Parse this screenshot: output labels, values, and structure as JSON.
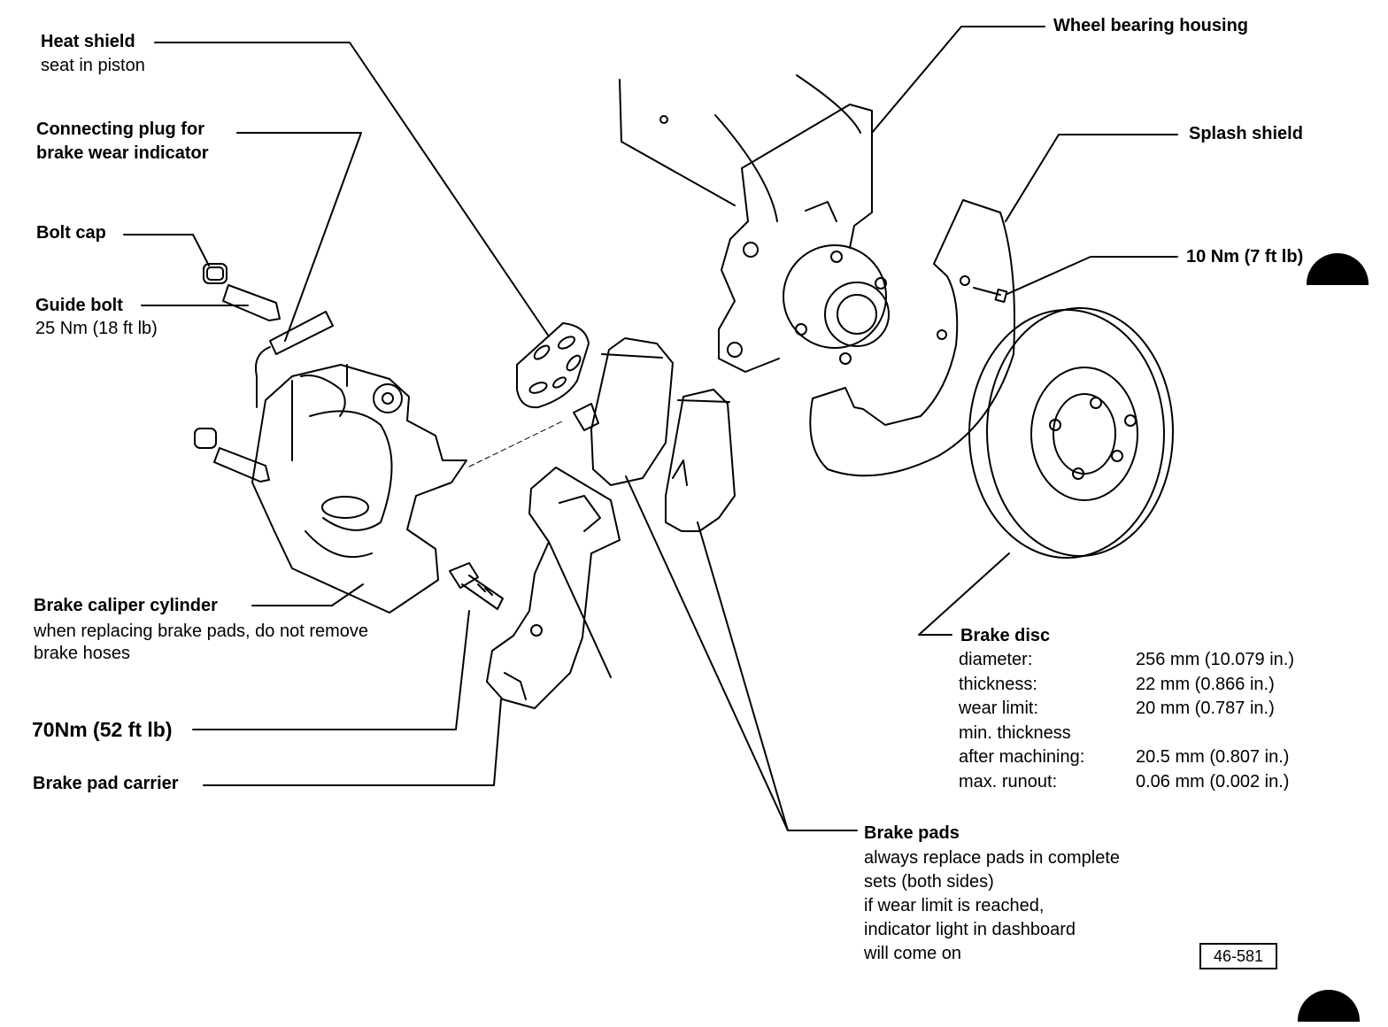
{
  "labels": {
    "heat_shield": {
      "title": "Heat shield",
      "note": "seat in piston"
    },
    "connecting_plug": {
      "line1": "Connecting plug for",
      "line2": "brake wear indicator"
    },
    "bolt_cap": "Bolt cap",
    "guide_bolt": {
      "title": "Guide bolt",
      "torque": "25 Nm (18 ft lb)"
    },
    "brake_caliper": {
      "title": "Brake caliper cylinder",
      "note1": "when replacing brake pads, do not remove",
      "note2": "brake hoses"
    },
    "carrier_bolt_torque": "70Nm (52 ft lb)",
    "brake_pad_carrier": "Brake pad carrier",
    "wheel_bearing_housing": "Wheel bearing housing",
    "splash_shield": "Splash shield",
    "splash_shield_torque": "10 Nm (7 ft lb)",
    "brake_disc": {
      "title": "Brake disc",
      "specs": [
        {
          "k": "diameter:",
          "v": "256 mm (10.079 in.)"
        },
        {
          "k": "thickness:",
          "v": "22 mm (0.866 in.)"
        },
        {
          "k": "wear limit:",
          "v": "20 mm (0.787 in.)"
        },
        {
          "k": "min. thickness",
          "v": ""
        },
        {
          "k": "after machining:",
          "v": "20.5 mm (0.807 in.)"
        },
        {
          "k": "max. runout:",
          "v": "0.06 mm (0.002 in.)"
        }
      ]
    },
    "brake_pads": {
      "title": "Brake pads",
      "notes": [
        "always replace pads in complete",
        "sets (both sides)",
        "if wear limit is reached,",
        "indicator light in dashboard",
        "will come on"
      ]
    }
  },
  "figure_number": "46-581"
}
